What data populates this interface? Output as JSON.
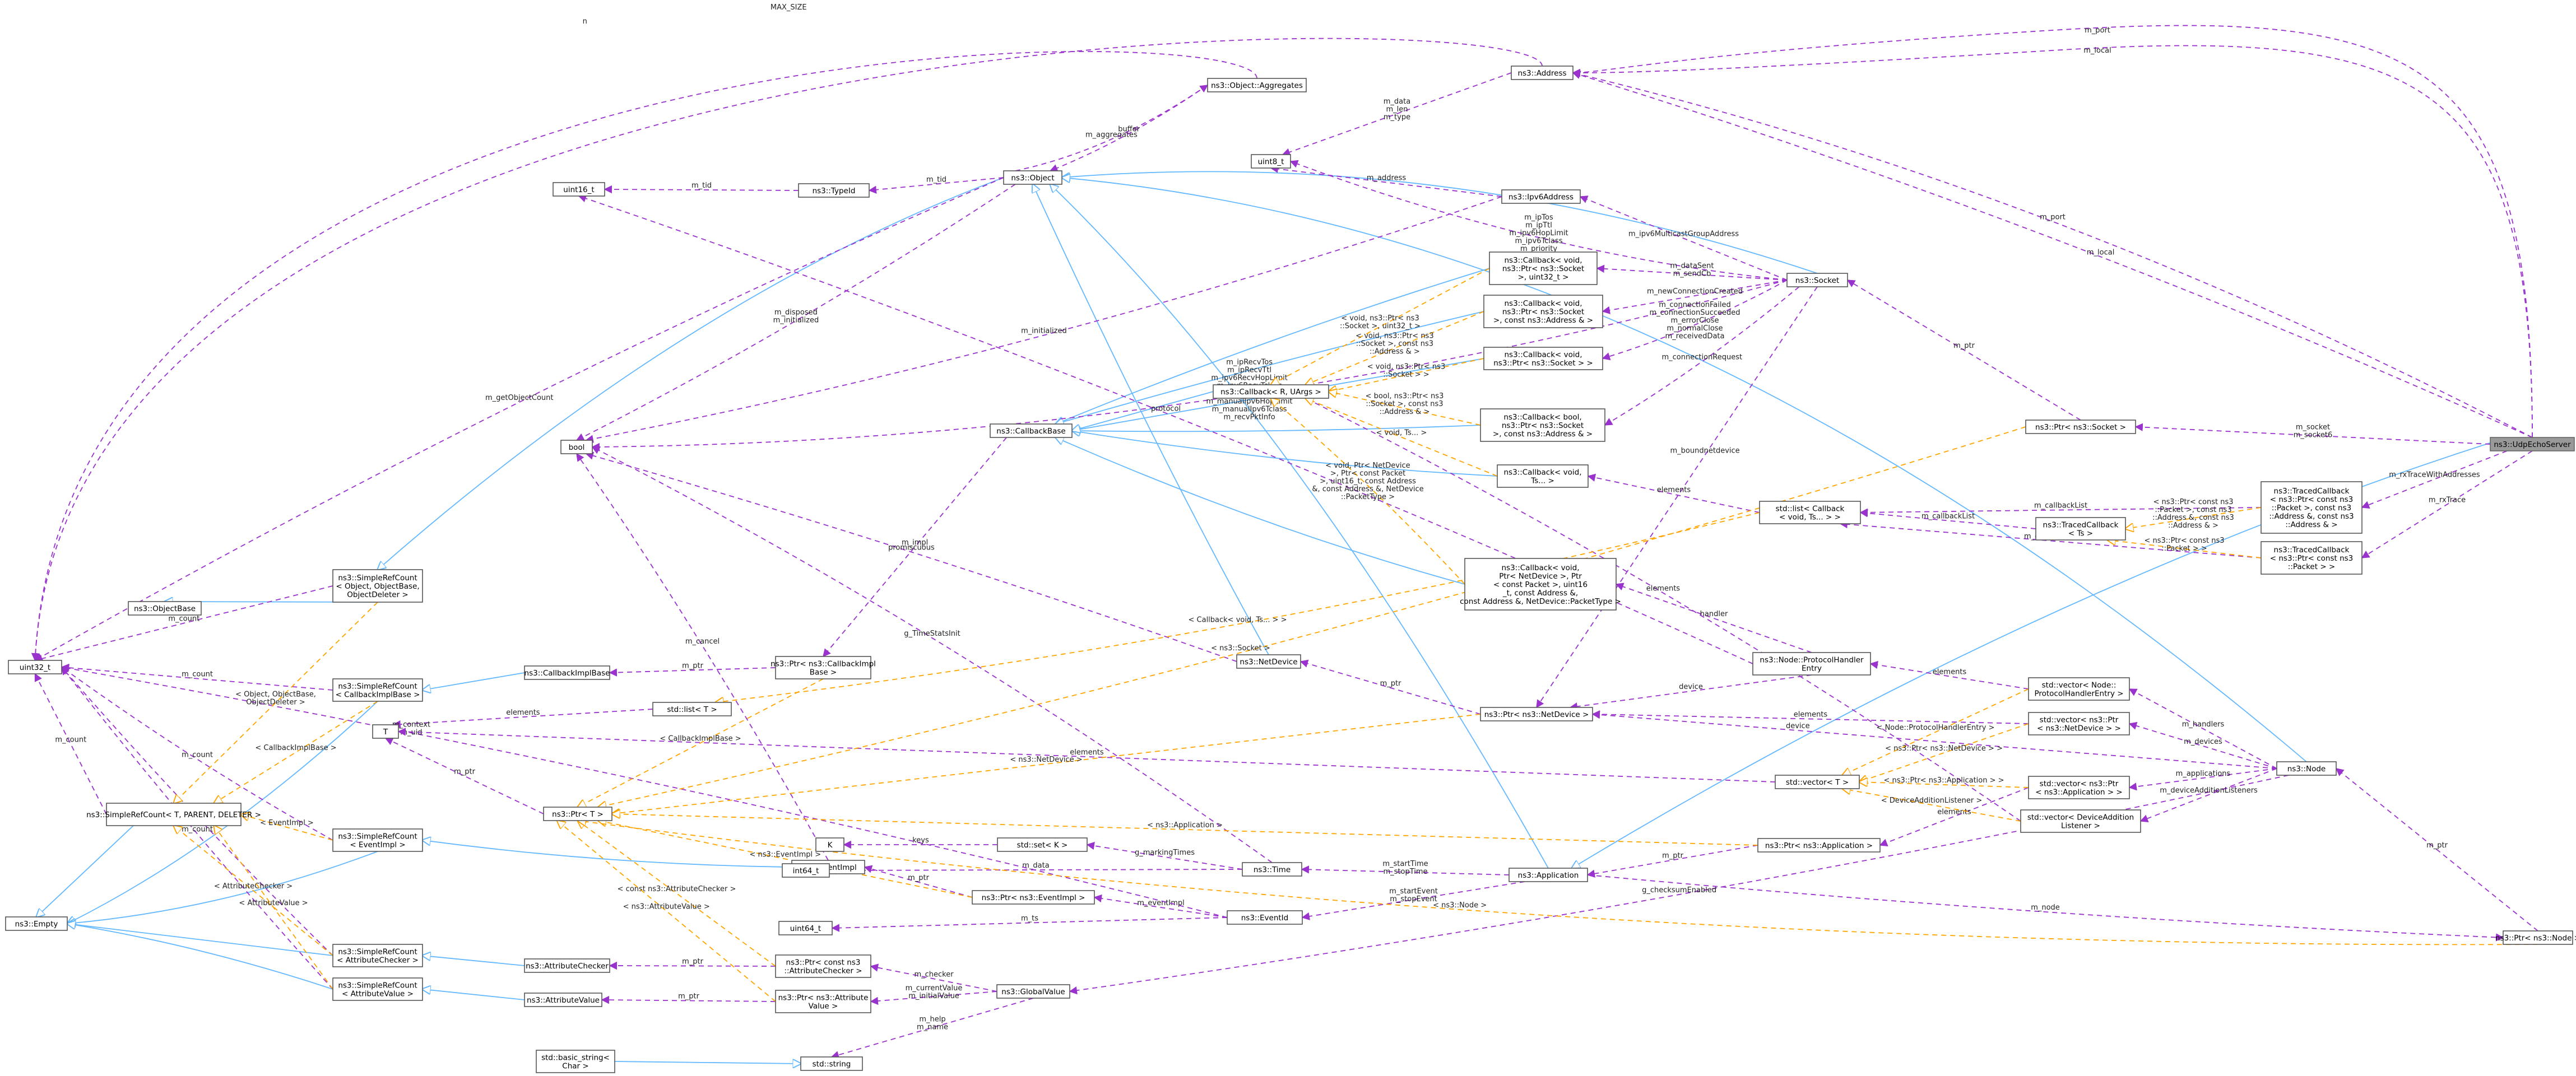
{
  "nodes": {
    "udp_echo_server": "ns3::UdpEchoServer",
    "application": "ns3::Application",
    "object": "ns3::Object",
    "object_base": "ns3::ObjectBase",
    "simple_ref_count_object": [
      "ns3::SimpleRefCount",
      "< Object, ObjectBase,",
      "ObjectDeleter >"
    ],
    "uint32": "uint32_t",
    "simple_ref_count_t": "ns3::SimpleRefCount< T, PARENT, DELETER >",
    "empty": "ns3::Empty",
    "simple_ref_count_cbimpl": [
      "ns3::SimpleRefCount",
      "< CallbackImplBase >"
    ],
    "simple_ref_count_eventimpl": [
      "ns3::SimpleRefCount",
      "< EventImpl >"
    ],
    "simple_ref_count_attrchecker": [
      "ns3::SimpleRefCount",
      "< AttributeChecker >"
    ],
    "simple_ref_count_attrvalue": [
      "ns3::SimpleRefCount",
      "< AttributeValue >"
    ],
    "callback_impl_base": "ns3::CallbackImplBase",
    "event_impl": "ns3::EventImpl",
    "attribute_checker": "ns3::AttributeChecker",
    "attribute_value": "ns3::AttributeValue",
    "object_aggregates": "ns3::Object::Aggregates",
    "type_id": "ns3::TypeId",
    "uint16": "uint16_t",
    "bool": "bool",
    "callback_base": "ns3::CallbackBase",
    "ptr_callback_impl_base": [
      "ns3::Ptr< ns3::CallbackImpl",
      "Base >"
    ],
    "ptr_t": "ns3::Ptr< T >",
    "t": "T",
    "list_t": "std::list< T >",
    "set_k": "std::set< K >",
    "k": "K",
    "int64": "int64_t",
    "time": "ns3::Time",
    "ptr_event_impl": "ns3::Ptr< ns3::EventImpl >",
    "event_id": "ns3::EventId",
    "uint64": "uint64_t",
    "ptr_attr_checker": [
      "ns3::Ptr< const ns3",
      "::AttributeChecker >"
    ],
    "ptr_attr_value": [
      "ns3::Ptr< ns3::Attribute",
      "Value >"
    ],
    "global_value": "ns3::GlobalValue",
    "std_string": "std::string",
    "basic_string": [
      "std::basic_string<",
      "Char >"
    ],
    "ptr_node": "ns3::Ptr< ns3::Node >",
    "node": "ns3::Node",
    "net_device": "ns3::NetDevice",
    "ptr_net_device": "ns3::Ptr< ns3::NetDevice >",
    "protocol_handler_entry": [
      "ns3::Node::ProtocolHandler",
      "Entry"
    ],
    "callback_protocol_handler": [
      "ns3::Callback< void,",
      "Ptr< NetDevice >, Ptr",
      "< const Packet >, uint16",
      "_t, const Address &,",
      "const Address &, NetDevice::PacketType >"
    ],
    "vector_protocol_handler": [
      "std::vector< Node::",
      "ProtocolHandlerEntry >"
    ],
    "vector_ptr_net_device": [
      "std::vector< ns3::Ptr",
      "< ns3::NetDevice > >"
    ],
    "vector_t": "std::vector< T >",
    "vector_ptr_application": [
      "std::vector< ns3::Ptr",
      "< ns3::Application > >"
    ],
    "vector_device_addition_listener": [
      "std::vector< DeviceAddition",
      "Listener >"
    ],
    "ptr_application": "ns3::Ptr< ns3::Application >",
    "address": "ns3::Address",
    "uint8": "uint8_t",
    "ipv6_address": "ns3::Ipv6Address",
    "socket": "ns3::Socket",
    "ptr_socket": "ns3::Ptr< ns3::Socket >",
    "callback_r_uargs": "ns3::Callback< R, UArgs >",
    "callback_void_socket_uint32": [
      "ns3::Callback< void,",
      "ns3::Ptr< ns3::Socket",
      ">, uint32_t >"
    ],
    "callback_void_socket_address": [
      "ns3::Callback< void,",
      "ns3::Ptr< ns3::Socket",
      ">, const ns3::Address & >"
    ],
    "callback_void_socket": [
      "ns3::Callback< void,",
      "ns3::Ptr< ns3::Socket > >"
    ],
    "callback_bool_socket_address": [
      "ns3::Callback< bool,",
      "ns3::Ptr< ns3::Socket",
      ">, const ns3::Address & >"
    ],
    "callback_void_ts": [
      "ns3::Callback< void,",
      "Ts... >"
    ],
    "list_callback": [
      "std::list< Callback",
      "< void, Ts... > >"
    ],
    "traced_callback_ts": [
      "ns3::TracedCallback",
      "< Ts >"
    ],
    "traced_callback_rx_addresses": [
      "ns3::TracedCallback",
      "< ns3::Ptr< const ns3",
      "::Packet >, const ns3",
      "::Address &, const ns3",
      "::Address & >"
    ],
    "traced_callback_packet": [
      "ns3::TracedCallback",
      "< ns3::Ptr< const ns3",
      "::Packet > >"
    ]
  },
  "edges": {
    "max_size": "MAX_SIZE",
    "n": "n",
    "m_port": "m_port",
    "m_local": "m_local",
    "m_aggregates": "m_aggregates",
    "buffer": "buffer",
    "m_get_object_count": "m_getObjectCount",
    "m_tid": "m_tid",
    "m_disposed_initialized": [
      "m_disposed",
      "m_initialized"
    ],
    "m_initialized": "m_initialized",
    "m_address_fields": [
      "m_data",
      "m_len",
      "m_type"
    ],
    "socket_uint8_fields": [
      "m_ipTos",
      "m_ipTtl",
      "m_ipv6HopLimit",
      "m_ipv6Tclass",
      "m_priority"
    ],
    "m_address": "m_address",
    "m_ipv6_multicast": "m_ipv6MulticastGroupAddress",
    "socket_bool_fields": [
      "m_ipRecvTos",
      "m_ipRecvTtl",
      "m_ipv6RecvHopLimit",
      "m_ipv6RecvTclass",
      "m_manualIpTtl",
      "m_manualIpv6HopLimit",
      "m_manualIpv6Tclass",
      "m_recvPktInfo"
    ],
    "m_data_sent_send_cb": [
      "m_dataSent",
      "m_sendCb"
    ],
    "m_new_connection_created": "m_newConnectionCreated",
    "socket_callback_fields": [
      "m_connectionFailed",
      "m_connectionSucceeded",
      "m_errorClose",
      "m_normalClose",
      "m_receivedData"
    ],
    "m_connection_request": "m_connectionRequest",
    "m_ptr": "m_ptr",
    "m_socket_socket6": [
      "m_socket",
      "m_socket6"
    ],
    "m_rx_trace_with_addresses": "m_rxTraceWithAddresses",
    "m_rx_trace": "m_rxTrace",
    "m_callback_list": "m_callbackList",
    "elements": "elements",
    "m_bound_net_device": "m_boundnetdevice",
    "tpl_socket_uint32": [
      "< void, ns3::Ptr< ns3",
      "::Socket >, uint32_t >"
    ],
    "tpl_socket_address": [
      "< void, ns3::Ptr< ns3",
      "::Socket >, const ns3",
      "::Address & >"
    ],
    "tpl_socket": [
      "< void, ns3::Ptr< ns3",
      "::Socket > >"
    ],
    "tpl_bool_socket_address": [
      "< bool, ns3::Ptr< ns3",
      "::Socket >, const ns3",
      "::Address & >"
    ],
    "tpl_void_ts": "< void, Ts... >",
    "tpl_protocol_handler": [
      "< void, Ptr< NetDevice",
      ">, Ptr< const Packet",
      ">, uint16_t, const Address",
      "&, const Address &, NetDevice",
      "::PacketType >"
    ],
    "tpl_callback_void_ts": "< Callback< void, Ts... > >",
    "tpl_ptr_socket": "< ns3::Socket >",
    "tpl_rx_addresses": [
      "< ns3::Ptr< const ns3",
      "::Packet >, const ns3",
      "::Address &, const ns3",
      "::Address & >"
    ],
    "tpl_packet": [
      "< ns3::Ptr< const ns3",
      "::Packet > >"
    ],
    "m_impl": "m_impl",
    "protocol": "protocol",
    "m_count": "m_count",
    "tpl_object_base": [
      "< Object, ObjectBase,",
      "ObjectDeleter >"
    ],
    "tpl_callback_impl_base": "< CallbackImplBase >",
    "tpl_event_impl": "< EventImpl >",
    "tpl_attr_checker": "< AttributeChecker >",
    "tpl_attr_value": "< AttributeValue >",
    "m_cancel": "m_cancel",
    "g_time_stats_init": "g_TimeStatsInit",
    "promiscuous": "promiscuous",
    "m_id_uid": [
      "m_id",
      "m_uid"
    ],
    "tpl_callback_impl_base_t": "< CallbackImplBase >",
    "tpl_net_device": "< ns3::NetDevice >",
    "tpl_application": "< ns3::Application >",
    "keys": "keys",
    "g_marking_times": "g_markingTimes",
    "tpl_const_attr_checker": "< const ns3::AttributeChecker >",
    "tpl_event_impl_t": "< ns3::EventImpl >",
    "tpl_attr_value_t": "< ns3::AttributeValue >",
    "m_context_uid": [
      "m_context",
      "m_uid"
    ],
    "m_start_stop_time": [
      "m_startTime",
      "m_stopTime"
    ],
    "m_start_stop_event": [
      "m_startEvent",
      "m_stopEvent"
    ],
    "m_event_impl": "m_eventImpl",
    "m_data": "m_data",
    "m_ts": "m_ts",
    "m_checker": "m_checker",
    "m_current_initial": [
      "m_currentValue",
      "m_initialValue"
    ],
    "m_help_name": [
      "m_help",
      "m_name"
    ],
    "g_checksum_enabled": "g_checksumEnabled",
    "m_node": "m_node",
    "tpl_node": "< ns3::Node >",
    "handler": "handler",
    "device": "device",
    "m_handlers": "m_handlers",
    "m_devices": "m_devices",
    "m_applications": "m_applications",
    "m_device_addition_listeners": "m_deviceAdditionListeners",
    "tpl_protocol_handler_entry": "< Node::ProtocolHandlerEntry >",
    "tpl_ptr_net_device": "< ns3::Ptr< ns3::NetDevice > >",
    "tpl_ptr_application": "< ns3::Ptr< ns3::Application > >",
    "tpl_device_addition_listener": "< DeviceAdditionListener >"
  }
}
